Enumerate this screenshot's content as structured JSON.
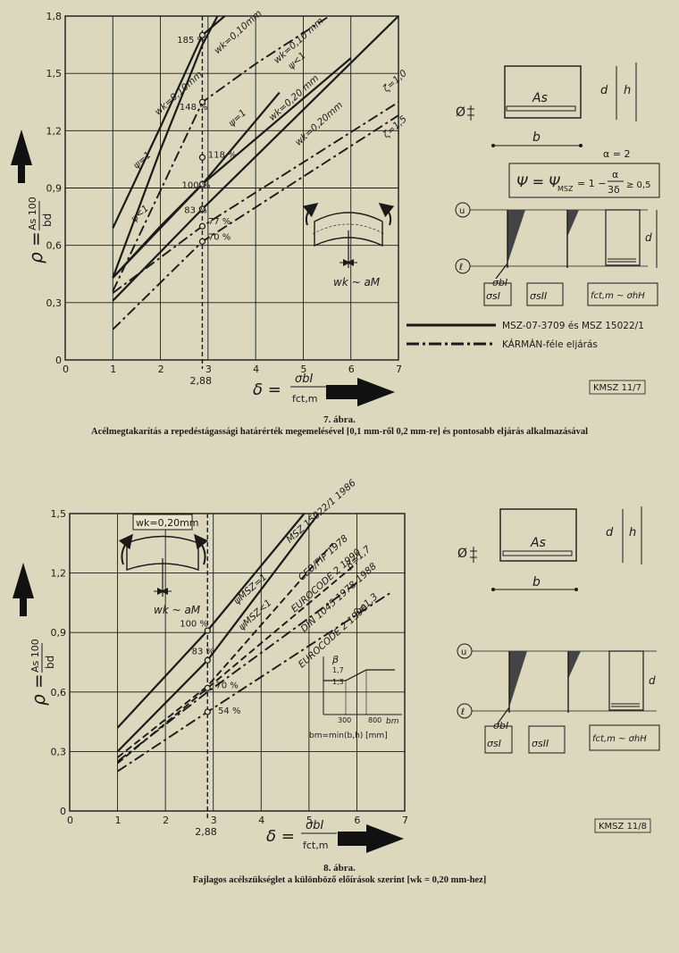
{
  "figure1": {
    "number": "7. ábra.",
    "caption": "Acélmegtakarítás a repedéstágassági határérték megemelésével [0,1 mm-ről 0,2 mm-re] és pontosabb eljárás alkalmazásával",
    "stamp": "KMSZ 11/7",
    "legend": [
      {
        "label": "MSZ-07-3709  és MSZ 15022/1",
        "style": "solid"
      },
      {
        "label": "KÁRMÁN-féle eljárás",
        "style": "dashdot"
      }
    ],
    "side_labels": {
      "phi": "Ø",
      "As": "As",
      "b": "b",
      "d": "d",
      "h": "h",
      "alpha": "α = 2",
      "psi_formula": "Ψ = Ψ",
      "psi_sub": "MSZ",
      "psi_rest": "= 1 −",
      "alpha_sym": "α",
      "three_delta": "3δ",
      "geq": "≥ 0,5",
      "u": "u",
      "l": "ℓ",
      "sbi": "σbI",
      "sst": "σsI",
      "ssii": "σsII",
      "fct": "fct,m ~ σhH",
      "wk_aM": "wk ~ aM"
    },
    "chart_data": {
      "type": "line",
      "xlim": [
        0,
        7
      ],
      "ylim": [
        0,
        1.8
      ],
      "xticks": [
        "0",
        "1",
        "2",
        "3",
        "4",
        "5",
        "6",
        "7"
      ],
      "yticks": [
        "0",
        "0,3",
        "0,6",
        "0,9",
        "1,2",
        "1,5",
        "1,8"
      ],
      "xlabel_top": "σbI",
      "xlabel_bottom": "fct,m",
      "xlabel_sym": "δ =",
      "ylabel_top": "As 100",
      "ylabel_bottom": "bd",
      "ylabel_sym": "ρ =",
      "marker_x": 2.88,
      "marker_label": "2,88",
      "series": [
        {
          "name": "ψ=1",
          "style": "solid",
          "x": [
            1,
            2.0,
            2.88,
            3.35
          ],
          "y": [
            0.69,
            1.22,
            1.7,
            1.8
          ]
        },
        {
          "name": "ψ<1",
          "style": "solid",
          "x": [
            1,
            2.0,
            2.88,
            4.5
          ],
          "y": [
            0.43,
            0.7,
            0.92,
            1.4
          ]
        },
        {
          "name": "wk=0,10mm",
          "style": "solid",
          "x": [
            1,
            2.0,
            2.88,
            3.2
          ],
          "y": [
            0.43,
            1.1,
            1.65,
            1.8
          ]
        },
        {
          "name": "wk=0,20mm ψ=1",
          "style": "solid",
          "x": [
            1,
            2.88,
            6.0
          ],
          "y": [
            0.43,
            0.92,
            1.58
          ]
        },
        {
          "name": "wk=0,20mm ψ<1",
          "style": "solid",
          "x": [
            1,
            2.88,
            7.0
          ],
          "y": [
            0.31,
            0.79,
            1.8
          ]
        },
        {
          "name": "wk=0,10mm Kármán",
          "style": "dashdot",
          "x": [
            1,
            2.88,
            4.0,
            5.55
          ],
          "y": [
            0.36,
            1.35,
            1.55,
            1.8
          ]
        },
        {
          "name": "wk=0,20mm Kármán ζ=1,0",
          "style": "dashdot",
          "x": [
            1,
            2.88,
            7.0
          ],
          "y": [
            0.35,
            0.7,
            1.35
          ]
        },
        {
          "name": "wk=0,20mm Kármán ζ=1,5",
          "style": "dashdot",
          "x": [
            1,
            2.88,
            7.0
          ],
          "y": [
            0.16,
            0.62,
            1.28
          ]
        }
      ],
      "line_labels": [
        {
          "text": "ψ=1",
          "x": 1.5,
          "y": 1.0
        },
        {
          "text": "ψ<1",
          "x": 1.45,
          "y": 0.72
        },
        {
          "text": "wk=0,10mm",
          "x": 1.95,
          "y": 1.28
        },
        {
          "text": "wk=0,10mm",
          "x": 3.2,
          "y": 1.6
        },
        {
          "text": "ψ=1",
          "x": 3.5,
          "y": 1.22
        },
        {
          "text": "wk=0,10 mm",
          "x": 4.45,
          "y": 1.55
        },
        {
          "text": "wk=0,20 mm",
          "x": 4.35,
          "y": 1.25
        },
        {
          "text": "ψ<1",
          "x": 4.75,
          "y": 1.52
        },
        {
          "text": "wk=0,20mm",
          "x": 4.9,
          "y": 1.12
        },
        {
          "text": "ζ=1,0",
          "x": 6.75,
          "y": 1.4
        },
        {
          "text": "ζ=1,5",
          "x": 6.75,
          "y": 1.16
        }
      ],
      "annotations": [
        {
          "text": "185 %",
          "x": 2.35,
          "y": 1.66
        },
        {
          "text": "148 %",
          "x": 2.4,
          "y": 1.31
        },
        {
          "text": "118 %",
          "x": 3.0,
          "y": 1.06
        },
        {
          "text": "100 %",
          "x": 2.45,
          "y": 0.9
        },
        {
          "text": "83 %",
          "x": 2.5,
          "y": 0.77
        },
        {
          "text": "77 %",
          "x": 3.0,
          "y": 0.71
        },
        {
          "text": "70 %",
          "x": 3.0,
          "y": 0.63
        }
      ],
      "points": [
        {
          "x": 2.88,
          "y": 1.7
        },
        {
          "x": 2.88,
          "y": 1.35
        },
        {
          "x": 2.88,
          "y": 1.06
        },
        {
          "x": 2.88,
          "y": 0.92
        },
        {
          "x": 2.88,
          "y": 0.79
        },
        {
          "x": 2.88,
          "y": 0.7
        },
        {
          "x": 2.88,
          "y": 0.62
        }
      ]
    }
  },
  "figure2": {
    "number": "8. ábra.",
    "caption": "Fajlagos acélszükséglet a különböző előírások szerint [wk = 0,20 mm-hez]",
    "stamp": "KMSZ 11/8",
    "wk_box": "wk=0,20mm",
    "wk_aM": "wk ~ aM",
    "beta_inset": {
      "label": "β",
      "yticks": [
        "1,7",
        "1,3"
      ],
      "xticks": [
        "300",
        "800"
      ],
      "xlabel": "bm",
      "formula": "bm=min(b,h) [mm]"
    },
    "side_labels": {
      "phi": "Ø",
      "As": "As",
      "b": "b",
      "d": "d",
      "h": "h",
      "u": "u",
      "l": "ℓ",
      "sbi": "σbI",
      "sst": "σsI",
      "ssii": "σsII",
      "fct": "fct,m ~ σhH"
    },
    "chart_data": {
      "type": "line",
      "xlim": [
        0,
        7
      ],
      "ylim": [
        0,
        1.5
      ],
      "xticks": [
        "0",
        "1",
        "2",
        "3",
        "4",
        "5",
        "6",
        "7"
      ],
      "yticks": [
        "0",
        "0,3",
        "0,6",
        "0,9",
        "1,2",
        "1,5"
      ],
      "xlabel_top": "σbI",
      "xlabel_bottom": "fct,m",
      "xlabel_sym": "δ =",
      "ylabel_top": "As 100",
      "ylabel_bottom": "bd",
      "ylabel_sym": "ρ =",
      "marker_x": 2.88,
      "marker_label": "2,88",
      "series": [
        {
          "name": "ψMSZ=1",
          "style": "solid",
          "x": [
            1,
            2.88,
            4.9
          ],
          "y": [
            0.42,
            0.91,
            1.5
          ]
        },
        {
          "name": "ψMSZ<1",
          "style": "solid",
          "x": [
            1,
            2.88,
            5.2
          ],
          "y": [
            0.3,
            0.76,
            1.5
          ]
        },
        {
          "name": "CEB/FIP 1978",
          "style": "dashed",
          "x": [
            1,
            2.88,
            5.5
          ],
          "y": [
            0.27,
            0.63,
            1.35
          ]
        },
        {
          "name": "EUROCODE 2 1990 β=1,7",
          "style": "dashed",
          "x": [
            1,
            2.88,
            6.0
          ],
          "y": [
            0.24,
            0.62,
            1.25
          ]
        },
        {
          "name": "DIN 1045 1978-1988",
          "style": "dashdot",
          "x": [
            1,
            2.88,
            6.0
          ],
          "y": [
            0.25,
            0.6,
            1.15
          ]
        },
        {
          "name": "EUROCODE 2 1990 β=1,3",
          "style": "dashdot",
          "x": [
            1,
            2.88,
            6.7
          ],
          "y": [
            0.2,
            0.5,
            1.1
          ]
        }
      ],
      "line_labels": [
        {
          "text": "ψMSZ=1",
          "x": 3.5,
          "y": 1.04
        },
        {
          "text": "ψMSZ<1",
          "x": 3.6,
          "y": 0.91
        },
        {
          "text": "MSZ 15022/1 1986",
          "x": 4.6,
          "y": 1.35
        },
        {
          "text": "CEB/FIP 1978",
          "x": 4.85,
          "y": 1.16
        },
        {
          "text": "β=1,7",
          "x": 5.85,
          "y": 1.22
        },
        {
          "text": "EUROCODE 2 1990",
          "x": 4.7,
          "y": 1.0
        },
        {
          "text": "DIN 1045 1978-1988",
          "x": 4.9,
          "y": 0.9
        },
        {
          "text": "EUROCODE 2 1990",
          "x": 4.85,
          "y": 0.72
        },
        {
          "text": "β=1,3",
          "x": 6.0,
          "y": 0.98
        }
      ],
      "annotations": [
        {
          "text": "100 %",
          "x": 2.3,
          "y": 0.93
        },
        {
          "text": "83 %",
          "x": 2.55,
          "y": 0.79
        },
        {
          "text": "70 %",
          "x": 3.05,
          "y": 0.62
        },
        {
          "text": "54 %",
          "x": 3.1,
          "y": 0.49
        }
      ],
      "points": [
        {
          "x": 2.88,
          "y": 0.91
        },
        {
          "x": 2.88,
          "y": 0.76
        },
        {
          "x": 2.88,
          "y": 0.62
        },
        {
          "x": 2.88,
          "y": 0.5
        }
      ]
    }
  }
}
